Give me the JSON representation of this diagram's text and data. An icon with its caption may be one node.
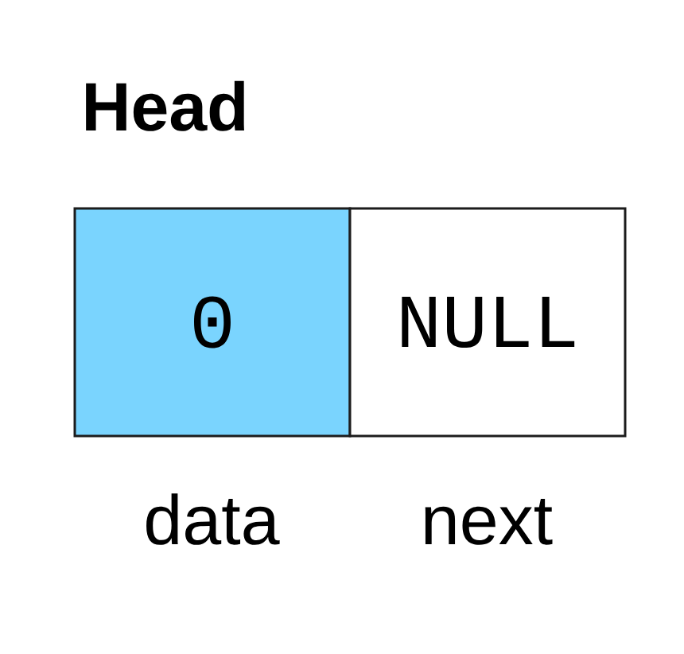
{
  "diagram": {
    "title": "Head",
    "nodes": [
      {
        "text": [
          "0"
        ],
        "beside": [
          "data"
        ]
      },
      {
        "text": [
          "NULL"
        ],
        "beside": [
          "next"
        ]
      }
    ]
  }
}
